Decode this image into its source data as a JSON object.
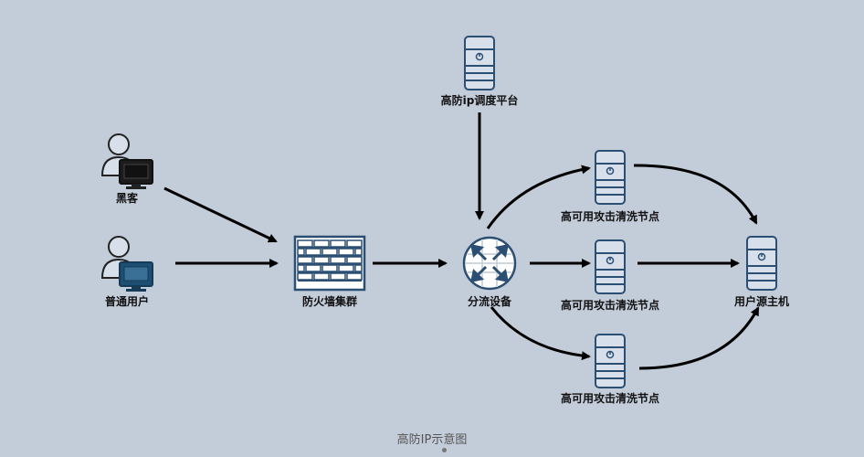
{
  "nodes": {
    "hacker": "黑客",
    "normal_user": "普通用户",
    "firewall": "防火墙集群",
    "scheduler": "高防ip调度平台",
    "splitter": "分流设备",
    "node_top": "高可用攻击清洗节点",
    "node_mid": "高可用攻击清洗节点",
    "node_bot": "高可用攻击清洗节点",
    "origin": "用户源主机"
  },
  "caption": "高防IP示意图",
  "colors": {
    "server": "#2b4f73",
    "server_fill": "#d7e0ea",
    "screen": "#1e4f73",
    "arrow": "#000000"
  }
}
